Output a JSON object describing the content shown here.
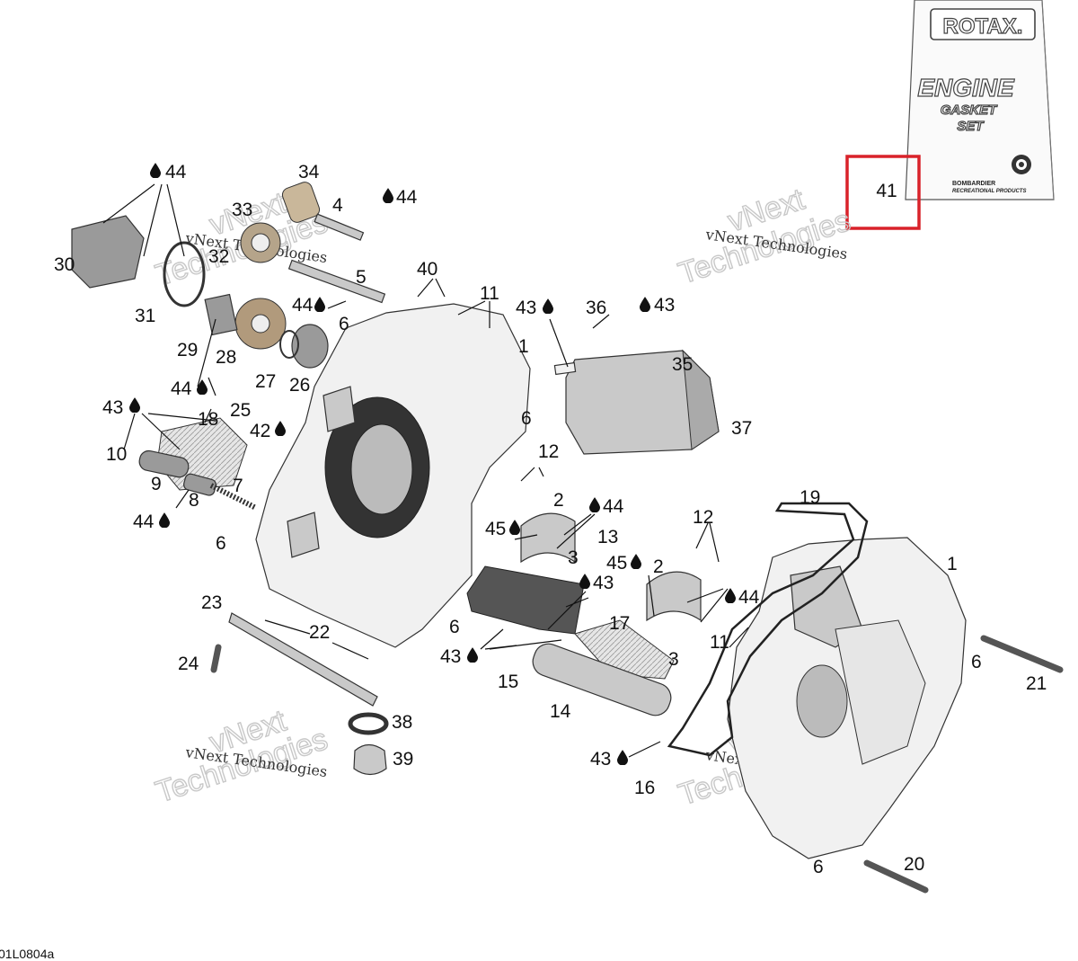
{
  "drawing_ref": "01L0804a",
  "watermark": {
    "small_text": "vNext Technologies",
    "big_word_1": "vNext",
    "big_word_2": "Technologies"
  },
  "gasket_set_box": {
    "brand": "ROTAX.",
    "line1": "ENGINE",
    "line2": "GASKET",
    "line3": "SET",
    "maker1": "BOMBARDIER",
    "maker2": "RECREATIONAL PRODUCTS",
    "part_number": "41"
  },
  "highlight_color": "#d9222a",
  "icons": {
    "lubricant": "oil-drop-icon"
  },
  "callouts": {
    "c1a": "1",
    "c1b": "1",
    "c2a": "2",
    "c2b": "2",
    "c3a": "3",
    "c3b": "3",
    "c4": "4",
    "c5": "5",
    "c6a": "6",
    "c6b": "6",
    "c6c": "6",
    "c6d": "6",
    "c6e": "6",
    "c6f": "6",
    "c7": "7",
    "c8": "8",
    "c9": "9",
    "c10": "10",
    "c11a": "11",
    "c11b": "11",
    "c12a": "12",
    "c12b": "12",
    "c13": "13",
    "c14": "14",
    "c15": "15",
    "c16": "16",
    "c17": "17",
    "c18": "18",
    "c19": "19",
    "c20": "20",
    "c21": "21",
    "c22": "22",
    "c23": "23",
    "c24": "24",
    "c25": "25",
    "c26": "26",
    "c27": "27",
    "c28": "28",
    "c29": "29",
    "c30": "30",
    "c31": "31",
    "c32": "32",
    "c33": "33",
    "c34": "34",
    "c35": "35",
    "c36": "36",
    "c37": "37",
    "c38": "38",
    "c39": "39",
    "c40": "40",
    "c42": "42",
    "c43a": "43",
    "c43b": "43",
    "c43c": "43",
    "c43d": "43",
    "c43e": "43",
    "c43f": "43",
    "c44a": "44",
    "c44b": "44",
    "c44c": "44",
    "c44d": "44",
    "c44e": "44",
    "c44f": "44",
    "c44g": "44",
    "c45a": "45",
    "c45b": "45"
  }
}
